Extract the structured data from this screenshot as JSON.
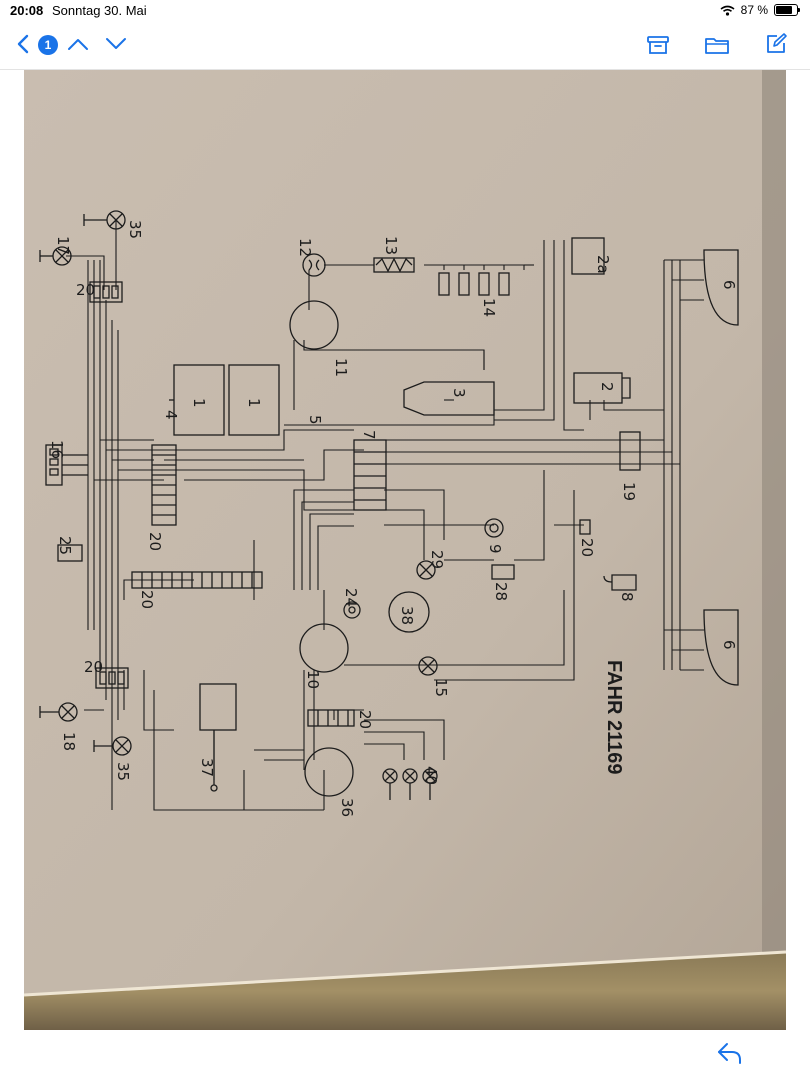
{
  "status_bar": {
    "time": "20:08",
    "date": "Sonntag 30. Mai",
    "battery_percent": 87,
    "battery_label": "87 %",
    "wifi_icon": "wifi-icon"
  },
  "toolbar": {
    "back_icon": "chevron-left-icon",
    "message_count": "1",
    "prev_icon": "chevron-up-icon",
    "next_icon": "chevron-down-icon",
    "archive_icon": "archive-icon",
    "folder_icon": "folder-icon",
    "compose_icon": "compose-icon",
    "accent_color": "#1a73e8"
  },
  "attachment": {
    "model_label": "FAHR 21169",
    "component_numbers": {
      "c1": "1",
      "c2": "2",
      "c2a": "2a",
      "c3": "3",
      "c4": "4",
      "c5": "5",
      "c6_top": "6",
      "c6_bottom": "6",
      "c7": "7",
      "c8": "8",
      "c9": "9",
      "c10": "10",
      "c11": "11",
      "c12": "12",
      "c13": "13",
      "c14": "14",
      "c15": "15",
      "c16": "16",
      "c17": "17",
      "c18": "18",
      "c19": "19",
      "c20_a": "20",
      "c20_b": "20",
      "c20_c": "20",
      "c20_d": "20",
      "c20_e": "20",
      "c20_f": "20",
      "c24": "24",
      "c25": "25",
      "c28": "28",
      "c29": "29",
      "c35_top": "35",
      "c35_bottom": "35",
      "c36": "36",
      "c37": "37",
      "c38": "38",
      "c40": "40"
    },
    "paper_color": "#c8bcae",
    "ink_color": "#1c1c1c"
  },
  "reply": {
    "reply_icon": "reply-icon"
  }
}
